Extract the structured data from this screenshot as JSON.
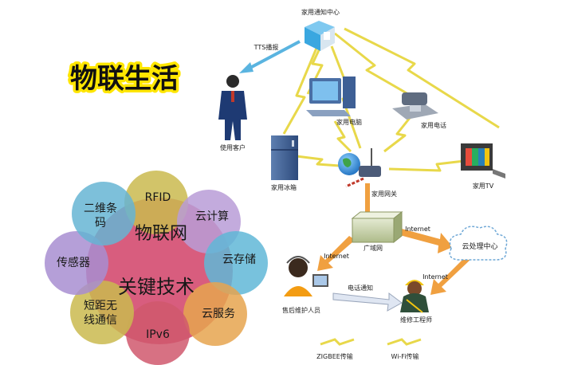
{
  "title": "物联生活",
  "flower": {
    "center_top": "物联网",
    "center_bottom": "关键技术",
    "petals": [
      "RFID",
      "云计算",
      "云存储",
      "云服务",
      "IPv6",
      "短距无线通信",
      "传感器",
      "二维条码"
    ],
    "petal_colors": [
      "#c9b84a",
      "#b79ad6",
      "#5cb6d6",
      "#e6a24a",
      "#cf5468",
      "#c9b84a",
      "#a68bd0",
      "#62b3d2"
    ],
    "petal_texts": {
      "rfid": "RFID",
      "cloud_compute": "云计算",
      "cloud_storage": "云存储",
      "cloud_service": "云服务",
      "ipv6": "IPv6",
      "short_range_1": "短距无",
      "short_range_2": "线通信",
      "sensor": "传感器",
      "barcode_1": "二维条",
      "barcode_2": "码"
    }
  },
  "network": {
    "notify_center": "家用通知中心",
    "tts": "TTS播报",
    "pc": "家用电脑",
    "phone": "家用电话",
    "customer": "使用客户",
    "fridge": "家用冰箱",
    "gateway": "家用网关",
    "tv": "家用TV",
    "wan": "广域网",
    "internet_1": "Internet",
    "internet_2": "Internet",
    "internet_3": "Internet",
    "cloud": "云处理中心",
    "phone_notice": "电话通知",
    "aftersales": "售后维护人员",
    "engineer": "维修工程师"
  },
  "legend": {
    "zigbee": "ZIGBEE传输",
    "wifi": "Wi-Fi传输"
  },
  "colors": {
    "zigbee": "#e8d84a",
    "wifi": "#e8d84a",
    "orange_link": "#f0a040",
    "customer_arrow": "#5ab4e0"
  }
}
